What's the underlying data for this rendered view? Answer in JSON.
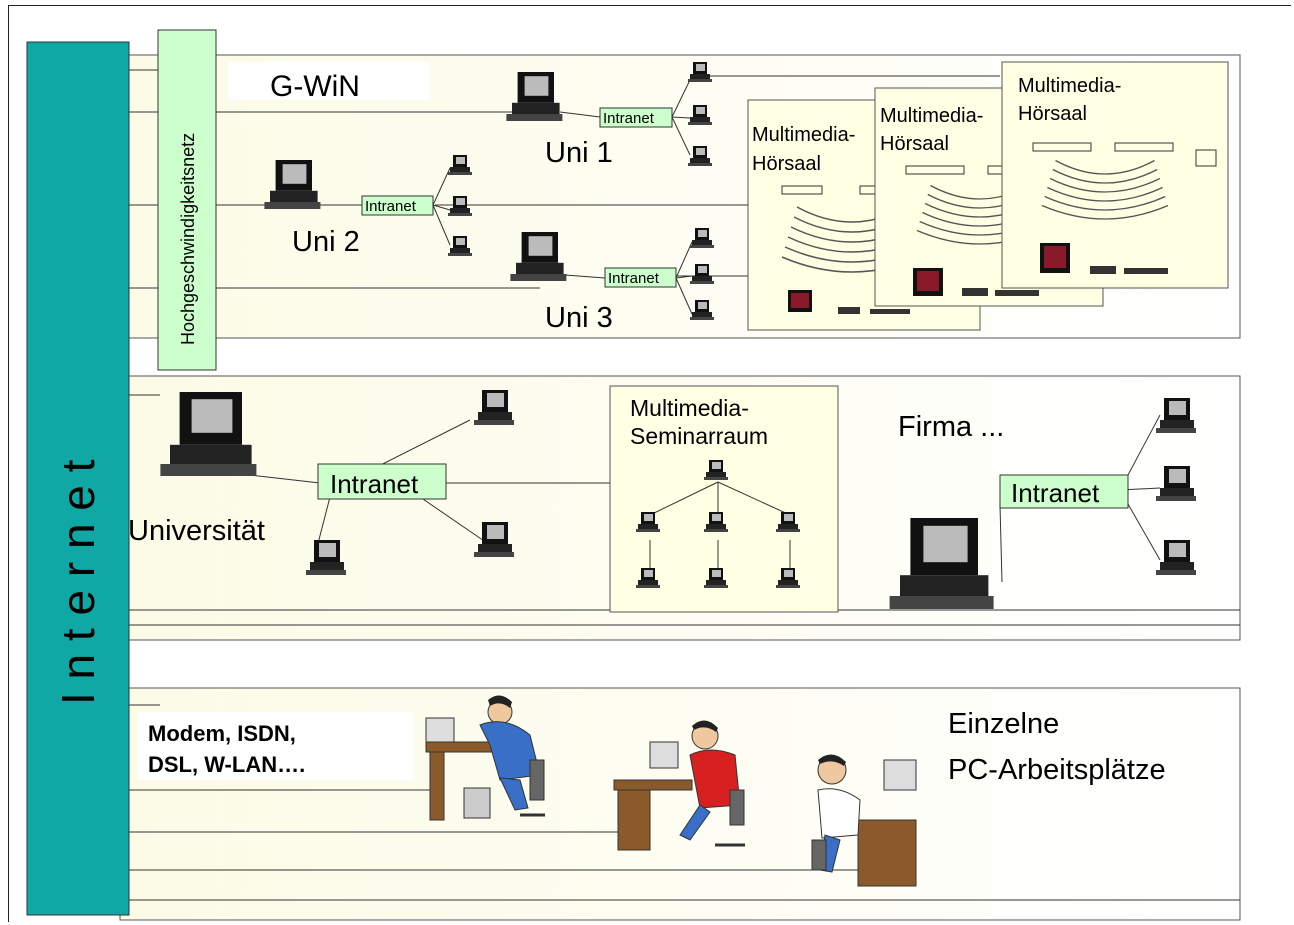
{
  "internet_bar": {
    "label": "I n t e r n e t",
    "color": "#10a8a4"
  },
  "backbone": {
    "label": "Hochgeschwindigkeitsnetz",
    "color": "#ccffcc"
  },
  "panel1": {
    "title": "G-WiN",
    "uni1": "Uni 1",
    "uni2": "Uni 2",
    "uni3": "Uni 3",
    "intranet": "Intranet",
    "hoersaal_a": [
      "Multimedia-",
      "Hörsaal"
    ],
    "hoersaal_b": [
      "Multimedia-",
      "Hörsaal"
    ],
    "hoersaal_c": [
      "Multimedia-",
      "Hörsaal"
    ]
  },
  "panel2": {
    "universitaet": "Universität",
    "intranet": "Intranet",
    "seminar": [
      "Multimedia-",
      "Seminarraum"
    ],
    "firma": "Firma ...",
    "firma_intranet": "Intranet"
  },
  "panel3": {
    "access": [
      "Modem, ISDN,",
      "DSL, W-LAN…."
    ],
    "single": [
      "Einzelne",
      "PC-Arbeitsplätze"
    ]
  },
  "colors": {
    "panel_bg": "#fbfbea",
    "intranet_box": "#ccffcc",
    "room_bg": "#ffffe4"
  }
}
